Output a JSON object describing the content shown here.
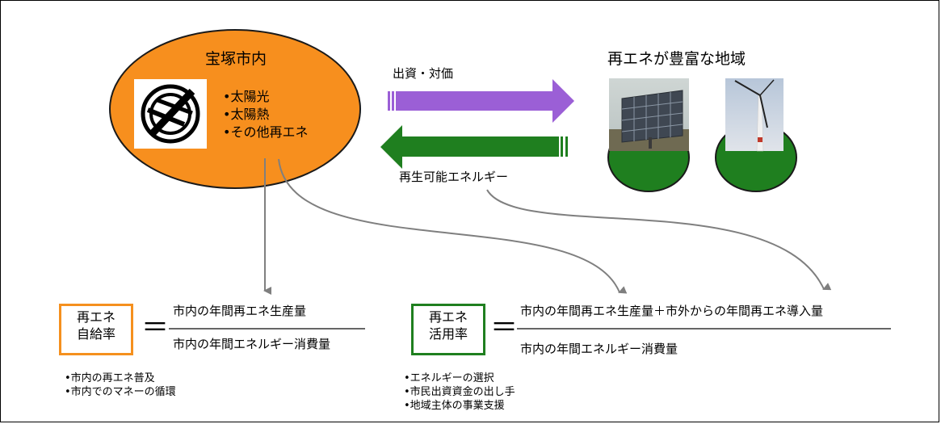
{
  "city": {
    "title": "宝塚市内",
    "items": [
      "•太陽光",
      "•太陽熱",
      "•その他再エネ"
    ]
  },
  "flows": {
    "investment_label": "出資・対価",
    "energy_label": "再生可能エネルギー"
  },
  "region": {
    "title": "再エネが豊富な地域"
  },
  "self_sufficiency": {
    "label_line1": "再エネ",
    "label_line2": "自給率",
    "equals": "＝",
    "numerator": "市内の年間再エネ生産量",
    "denominator": "市内の年間エネルギー消費量",
    "notes": [
      "•市内の再エネ普及",
      "•市内でのマネーの循環"
    ]
  },
  "utilization": {
    "label_line1": "再エネ",
    "label_line2": "活用率",
    "equals": "＝",
    "numerator": "市内の年間再エネ生産量＋市外からの年間再エネ導入量",
    "denominator": "市内の年間エネルギー消費量",
    "notes": [
      "•エネルギーの選択",
      "•市民出資資金の出し手",
      "•地域主体の事業支援"
    ]
  },
  "colors": {
    "city_fill": "#f78f1e",
    "investment_arrow": "#9b5fd6",
    "energy_arrow": "#1f7f1f",
    "connector": "#7f7f7f",
    "ground": "#1f7f1f",
    "box_orange": "#f5901e",
    "box_green": "#1f7f1f"
  },
  "icons": {
    "city_emblem": "takarazuka-emblem-icon",
    "solar": "solar-panel-photo",
    "wind": "wind-turbine-photo"
  }
}
